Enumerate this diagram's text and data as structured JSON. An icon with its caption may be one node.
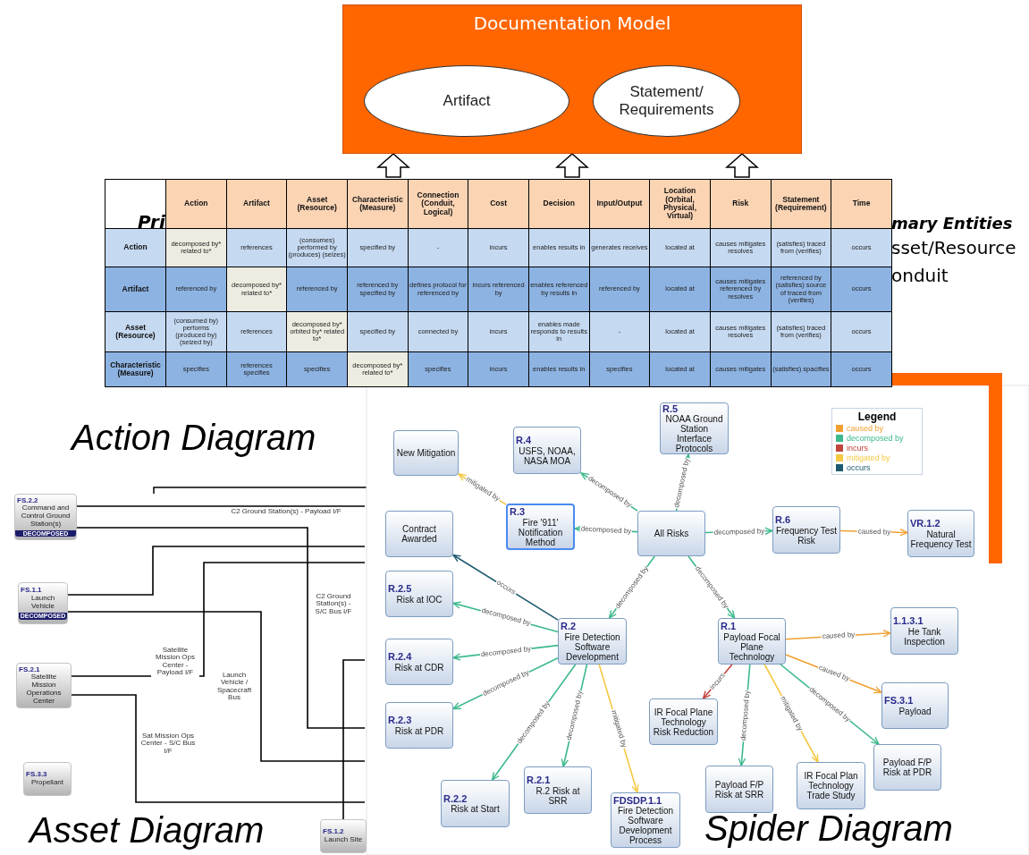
{
  "diagram": {
    "nodes": [
      {
        "text": [
          "Documentation Model"
        ]
      },
      {
        "text": [
          "Artifact"
        ],
        "in": 0
      },
      {
        "text": [
          "Statement/ Requirements"
        ],
        "in": 0
      },
      {
        "text": [
          "FS.2.2",
          "Command and Control Ground Station(s)",
          "DECOMPOSED"
        ]
      },
      {
        "text": [
          "FS.1.1",
          "Launch Vehicle",
          "DECOMPOSED"
        ]
      },
      {
        "text": [
          "FS.2.1",
          "Satellite Mission Operations Center"
        ]
      },
      {
        "text": [
          "FS.3.3",
          "Propellant"
        ]
      },
      {
        "text": [
          "FS.1.2",
          "Launch Site"
        ]
      },
      {
        "text": [
          "New Mitigation"
        ]
      },
      {
        "text": [
          "R.4",
          "USFS, NOAA, NASA MOA"
        ]
      },
      {
        "text": [
          "R.5",
          "NOAA Ground Station Interface Protocols"
        ]
      },
      {
        "text": [
          "R.3",
          "Fire '911' Notification Method"
        ]
      },
      {
        "text": [
          "All Risks"
        ]
      },
      {
        "text": [
          "R.6",
          "Frequency Test Risk"
        ]
      },
      {
        "text": [
          "VR.1.2",
          "Natural Frequency Test"
        ]
      },
      {
        "text": [
          "Contract Awarded"
        ]
      },
      {
        "text": [
          "R.2.5",
          "Risk at IOC"
        ]
      },
      {
        "text": [
          "R.2",
          "Fire Detection Software Development"
        ]
      },
      {
        "text": [
          "R.1",
          "Payload Focal Plane Technology"
        ]
      },
      {
        "text": [
          "1.1.3.1",
          "He Tank Inspection"
        ]
      },
      {
        "text": [
          "R.2.4",
          "Risk at CDR"
        ]
      },
      {
        "text": [
          "R.2.3",
          "Risk at PDR"
        ]
      },
      {
        "text": [
          "FS.3.1",
          "Payload"
        ]
      },
      {
        "text": [
          "IR Focal Plane Technology Risk Reduction"
        ]
      },
      {
        "text": [
          "R.2.2",
          "Risk at Start"
        ]
      },
      {
        "text": [
          "R.2.1",
          "R.2 Risk at SRR"
        ]
      },
      {
        "text": [
          "FDSDP.1.1",
          "Fire Detection Software Development Process"
        ]
      },
      {
        "text": [
          "Payload F/P Risk at SRR"
        ]
      },
      {
        "text": [
          "IR Focal Plan Technology Trade Study"
        ]
      },
      {
        "text": [
          "Payload F/P Risk at PDR"
        ]
      }
    ],
    "edges": [
      {
        "from": null,
        "to": 0,
        "arrow": "to",
        "style": "thick",
        "color": "#000000"
      },
      {
        "from": null,
        "to": 0,
        "arrow": "to",
        "style": "thick",
        "color": "#000000"
      },
      {
        "from": null,
        "to": 0,
        "arrow": "to",
        "style": "thick",
        "color": "#000000"
      },
      {
        "from": 3,
        "to": null,
        "arrow": "none",
        "label": "C2 Ground Station(s) - Payload I/F",
        "color": "#000000"
      },
      {
        "from": 3,
        "to": null,
        "arrow": "none",
        "label": "C2 Ground Station(s) - S/C Bus I/F",
        "color": "#000000"
      },
      {
        "from": 4,
        "to": null,
        "arrow": "none",
        "color": "#000000"
      },
      {
        "from": 4,
        "to": null,
        "arrow": "none",
        "label": "Launch Vehicle / Spacecraft Bus",
        "color": "#000000"
      },
      {
        "from": 5,
        "to": null,
        "arrow": "none",
        "label": "Satellite Mission Ops Center - Payload I/F",
        "color": "#000000"
      },
      {
        "from": 5,
        "to": null,
        "arrow": "none",
        "label": "Sat Mission Ops Center - S/C Bus I/F",
        "color": "#000000"
      },
      {
        "from": 7,
        "to": null,
        "arrow": "none",
        "color": "#000000"
      },
      {
        "from": 11,
        "to": 8,
        "arrow": "to",
        "label": "mitigated by",
        "color": "#f5c842"
      },
      {
        "from": 12,
        "to": 9,
        "arrow": "to",
        "label": "decomposed by"
      },
      {
        "from": 12,
        "to": 10,
        "arrow": "to",
        "label": "decomposed by"
      },
      {
        "from": 12,
        "to": 11,
        "arrow": "to",
        "label": "decomposed by"
      },
      {
        "from": 12,
        "to": 13,
        "arrow": "to",
        "label": "decomposed by"
      },
      {
        "from": 13,
        "to": 14,
        "arrow": "to",
        "label": "caused by",
        "color": "#f0a030"
      },
      {
        "from": 17,
        "to": 15,
        "arrow": "to",
        "label": "occurs",
        "color": "#1f5a70"
      },
      {
        "from": 17,
        "to": 16,
        "arrow": "to",
        "label": "decomposed by"
      },
      {
        "from": 12,
        "to": 17,
        "arrow": "to",
        "label": "decomposed by"
      },
      {
        "from": 12,
        "to": 18,
        "arrow": "to",
        "label": "decomposed by"
      },
      {
        "from": 18,
        "to": 19,
        "arrow": "to",
        "label": "caused by",
        "color": "#f0a030"
      },
      {
        "from": 17,
        "to": 20,
        "arrow": "to",
        "label": "decomposed by"
      },
      {
        "from": 17,
        "to": 21,
        "arrow": "to",
        "label": "decomposed by"
      },
      {
        "from": 18,
        "to": 22,
        "arrow": "to",
        "label": "caused by",
        "color": "#f0a030"
      },
      {
        "from": 18,
        "to": 23,
        "arrow": "to",
        "label": "incurs",
        "color": "#c0443c"
      },
      {
        "from": 17,
        "to": 24,
        "arrow": "to",
        "label": "decomposed by"
      },
      {
        "from": 17,
        "to": 25,
        "arrow": "to",
        "label": "decomposed by"
      },
      {
        "from": 17,
        "to": 26,
        "arrow": "to",
        "label": "mitigated by",
        "color": "#f5c842"
      },
      {
        "from": 18,
        "to": 27,
        "arrow": "to",
        "label": "decomposed by"
      },
      {
        "from": 18,
        "to": 28,
        "arrow": "to",
        "label": "mitigated by",
        "color": "#f5c842"
      },
      {
        "from": 18,
        "to": 29,
        "arrow": "to",
        "label": "decomposed by"
      }
    ],
    "labels": [
      "Action",
      "Artifact",
      "Asset (Resource)",
      "Characteristic (Measure)",
      "Connection (Conduit, Logical)",
      "Cost",
      "Decision",
      "Input/Output",
      "Location (Orbital, Physical, Virtual)",
      "Risk",
      "Statement (Requirement)",
      "Time",
      "Action",
      "decomposed by* related to*",
      "references",
      "(consumes) performed by (produces) (seizes)",
      "specified by",
      "-",
      "incurs",
      "enables results in",
      "generates receives",
      "located at",
      "causes mitigates resolves",
      "(satisfies) traced from (verifies)",
      "occurs",
      "Artifact",
      "referenced by",
      "decomposed by* related to*",
      "referenced by",
      "referenced by specified by",
      "defines protocol for referenced by",
      "incurs referenced by",
      "enables referenced by results in",
      "referenced by",
      "located at",
      "causes mitigates referenced by resolves",
      "referenced by (satisfies) source of traced from (verifies)",
      "occurs",
      "Asset (Resource)",
      "(consumed by) performs (produced by) (seized by)",
      "references",
      "decomposed by* orbited by* related to*",
      "specified by",
      "connected by",
      "incurs",
      "enables made responds to results in",
      "-",
      "located at",
      "causes mitigates resolves",
      "(satisfies) traced from (verifies)",
      "occurs",
      "Characteristic (Measure)",
      "specifies",
      "references specifies",
      "specifies",
      "decomposed by* related to*",
      "specifies",
      "incurs",
      "enables results in",
      "specifies",
      "located at",
      "causes mitigates",
      "(satisfies) spacifies",
      "occurs",
      "Pri",
      "mary Entities",
      "sset/Resource",
      "onduit",
      "Action Diagram",
      "Legend",
      "Asset Diagram",
      "Spider Diagram"
    ],
    "legend": [
      {
        "text": "caused by",
        "color": "#f0a030"
      },
      {
        "text": "decomposed by",
        "color": "#3cb98a"
      },
      {
        "text": "incurs",
        "color": "#c0443c"
      },
      {
        "text": "mitigated by",
        "color": "#f5c842"
      },
      {
        "text": "occurs",
        "color": "#1f5a70"
      }
    ]
  }
}
